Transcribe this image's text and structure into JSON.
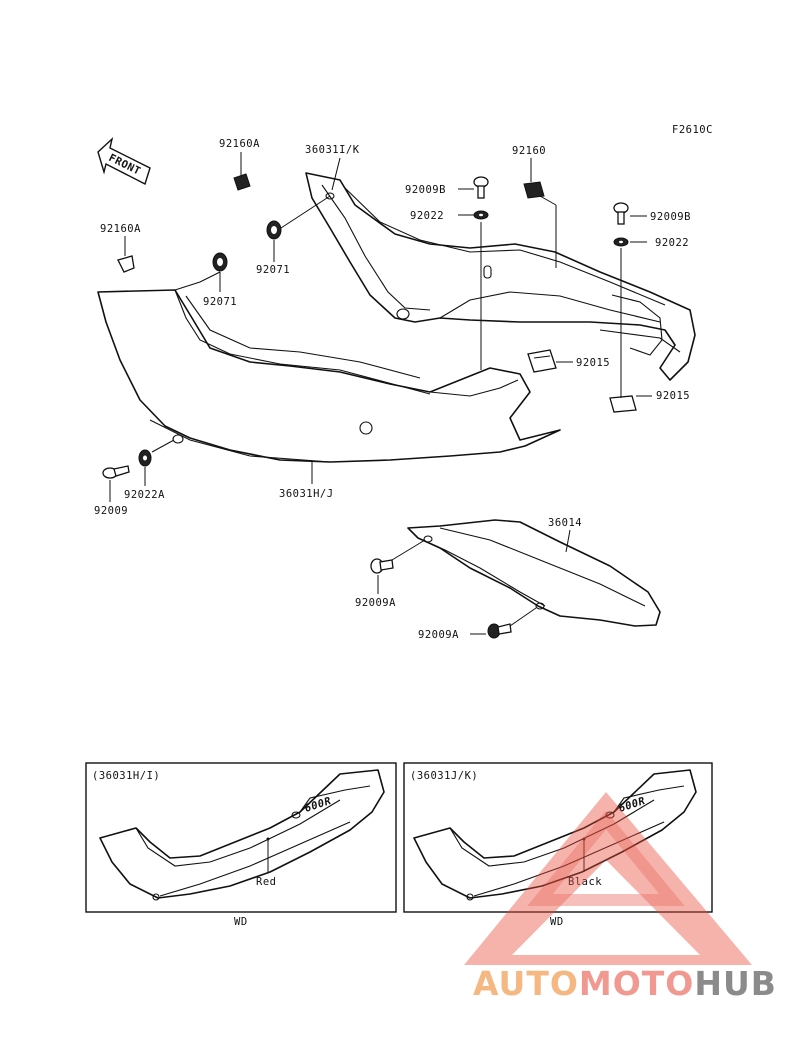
{
  "figure_code": "F2610C",
  "front_arrow_label": "FRONT",
  "parts": {
    "p92160A_top": "92160A",
    "p92160A_left": "92160A",
    "p36031IK": "36031I/K",
    "p92160": "92160",
    "p92009B_top": "92009B",
    "p92009B_right": "92009B",
    "p92022_top": "92022",
    "p92022_right": "92022",
    "p92071_upper": "92071",
    "p92071_lower": "92071",
    "p92015_mid": "92015",
    "p92015_right": "92015",
    "p92009": "92009",
    "p92022A": "92022A",
    "p36031HJ": "36031H/J",
    "p36014": "36014",
    "p92009A_upper": "92009A",
    "p92009A_lower": "92009A"
  },
  "insets": [
    {
      "caption": "(36031H/I)",
      "color_note": "Red",
      "footer": "WD"
    },
    {
      "caption": "(36031J/K)",
      "color_note": "Black",
      "footer": "WD"
    }
  ],
  "decal_text": "600R",
  "watermark": {
    "part1": "AUTO",
    "part2": "MOTO",
    "part3": "HUB",
    "colors": {
      "auto": "#f4a561",
      "moto": "#ee7d72",
      "hub": "#6b6b6b",
      "triangle": "#e84c3d"
    }
  }
}
